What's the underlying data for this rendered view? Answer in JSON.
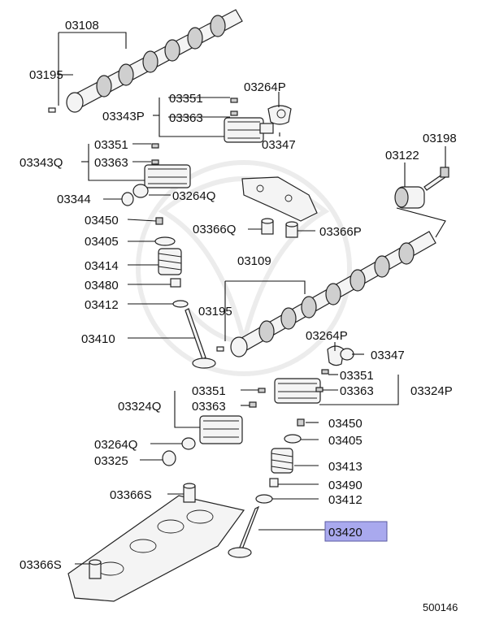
{
  "labels": {
    "p03108": "03108",
    "p03195a": "03195",
    "p03351a": "03351",
    "p03343P": "03343P",
    "p03363a": "03363",
    "p03264Pa": "03264P",
    "p03347a": "03347",
    "p03351b": "03351",
    "p03343Q": "03343Q",
    "p03363b": "03363",
    "p03198": "03198",
    "p03122": "03122",
    "p03344": "03344",
    "p03264Q_a": "03264Q",
    "p03450a": "03450",
    "p03366Q": "03366Q",
    "p03366P": "03366P",
    "p03405a": "03405",
    "p03109": "03109",
    "p03414": "03414",
    "p03480": "03480",
    "p03412a": "03412",
    "p03195b": "03195",
    "p03410": "03410",
    "p03264Pb": "03264P",
    "p03347b": "03347",
    "p03351c": "03351",
    "p03351d": "03351",
    "p03363c": "03363",
    "p03324P": "03324P",
    "p03324Q": "03324Q",
    "p03363d": "03363",
    "p03450b": "03450",
    "p03264Q_b": "03264Q",
    "p03405b": "03405",
    "p03325": "03325",
    "p03413": "03413",
    "p03490": "03490",
    "p03366S_a": "03366S",
    "p03412b": "03412",
    "p03420": "03420",
    "p03366S_b": "03366S",
    "diagram_id": "500146"
  },
  "colors": {
    "highlight_fill": "#a9a9ee",
    "highlight_stroke": "#5a5aa0",
    "line": "#111111"
  },
  "highlighted_part": "03420"
}
